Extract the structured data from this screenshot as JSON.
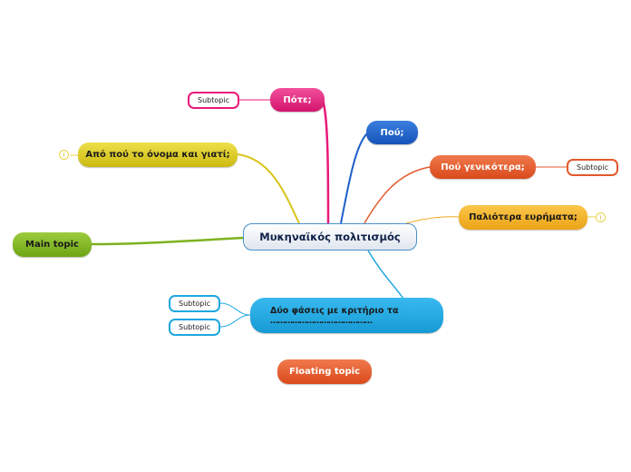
{
  "central": {
    "label": "Μυκηναϊκός πολιτισμός"
  },
  "topics": {
    "pote": {
      "label": "Πότε;",
      "color": "#e8197a"
    },
    "pou": {
      "label": "Πού;",
      "color": "#1d5fc9"
    },
    "pou_genikotera": {
      "label": "Πού γενικότερα;",
      "color": "#e25a2a"
    },
    "palaiotera": {
      "label": "Παλιότερα ευρήματα;",
      "color": "#f0a820"
    },
    "apo_pou": {
      "label": "Από πού το όνομα και γιατί;",
      "color": "#d8c41a"
    },
    "main_topic": {
      "label": "Main topic",
      "color": "#7cb21e"
    },
    "dyo_faseis": {
      "line1": "Δύο φάσεις με κριτήριο τα",
      "line2": "……………………………………",
      "color": "#1ea7e0"
    },
    "floating": {
      "label": "Floating topic",
      "color": "#e25a2a"
    }
  },
  "subtopics": {
    "pote_sub": "Subtopic",
    "pou_genikotera_sub": "Subtopic",
    "dyo_faseis_sub1": "Subtopic",
    "dyo_faseis_sub2": "Subtopic"
  },
  "icons": {
    "note": "info-icon"
  }
}
